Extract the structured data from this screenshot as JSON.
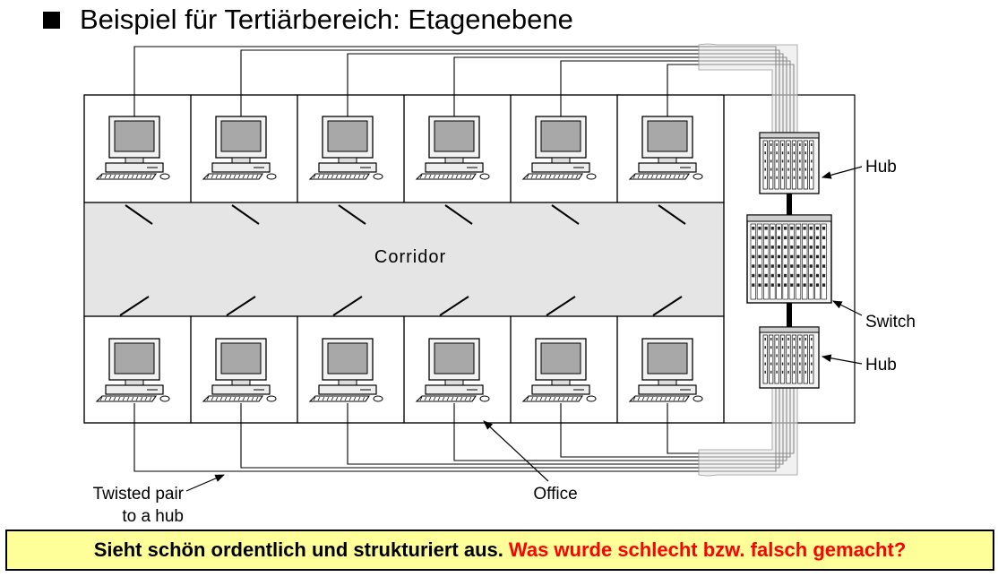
{
  "title": "Beispiel für Tertiärbereich: Etagenebene",
  "diagram": {
    "corridor_label": "Corridor",
    "hub_top_label": "Hub",
    "switch_label": "Switch",
    "hub_bottom_label": "Hub",
    "twisted_pair_line1": "Twisted pair",
    "twisted_pair_line2": "to a hub",
    "office_label": "Office"
  },
  "question": {
    "black_part": "Sieht schön ordentlich und strukturiert aus.",
    "red_part": "Was wurde schlecht bzw. falsch gemacht?"
  },
  "colors": {
    "highlight_box": "#ffff99",
    "question_accent": "#ff0000",
    "corridor_fill": "#e5e5e5",
    "monitor_screen": "#a8a8a8"
  }
}
